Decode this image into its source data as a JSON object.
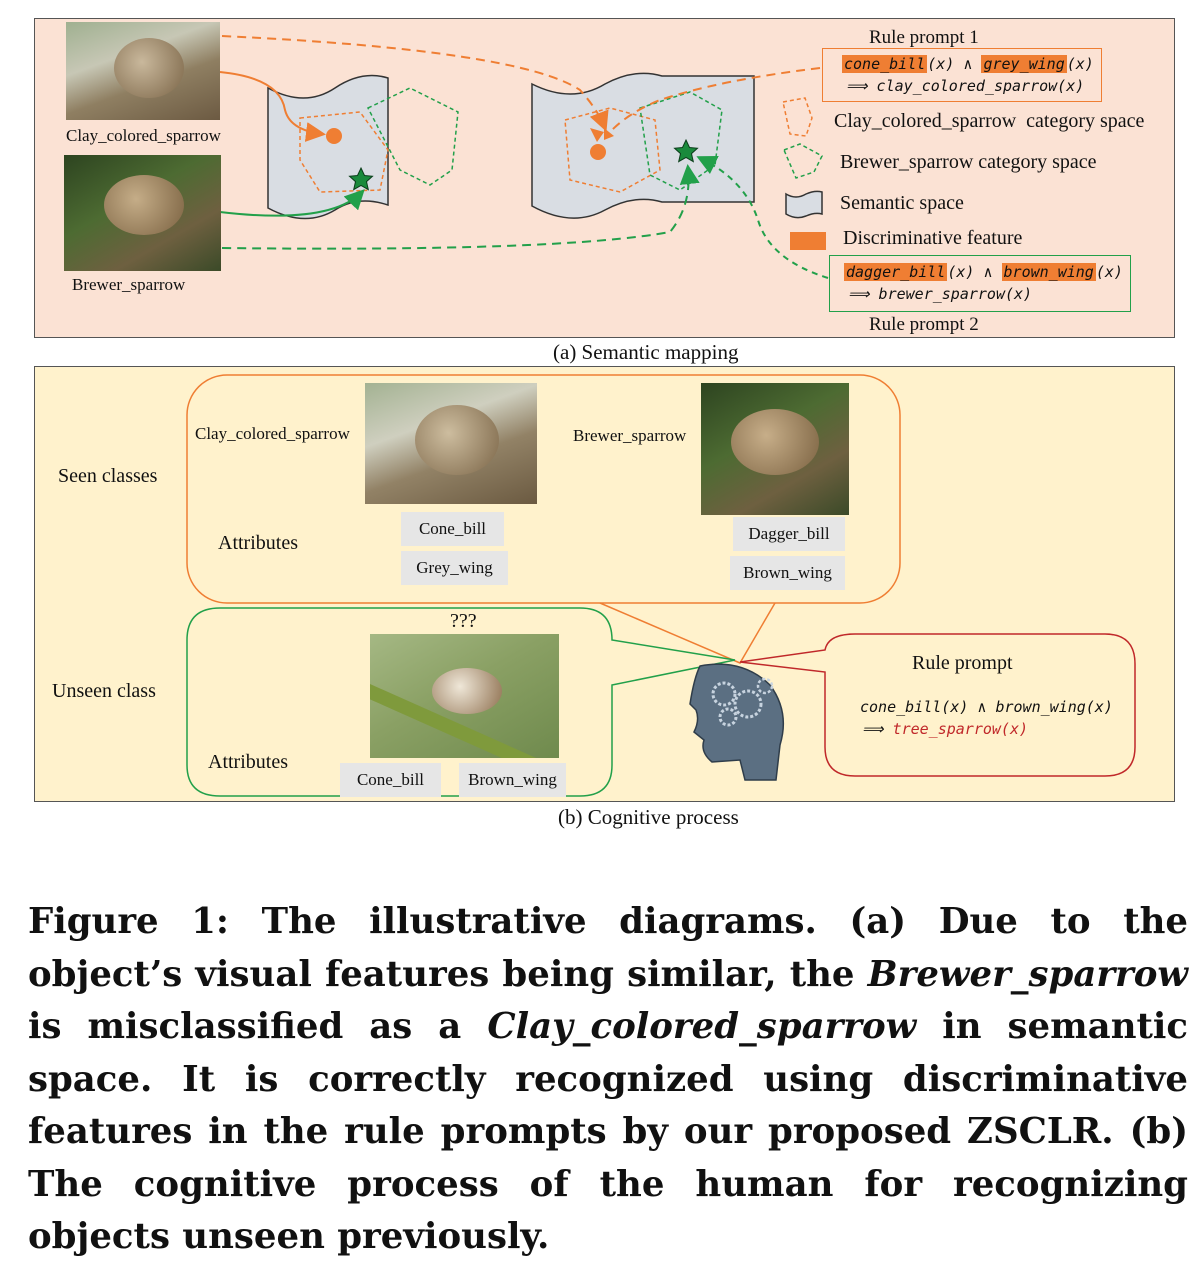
{
  "panel_a": {
    "caption": "(a) Semantic mapping",
    "bird1_label": "Clay_colored_sparrow",
    "bird2_label": "Brewer_sparrow",
    "rule_prompt_1": {
      "title": "Rule prompt 1",
      "feat1": "cone_bill",
      "feat2": "grey_wing",
      "var": "(x)",
      "and": " ∧ ",
      "implies": "⟹ ",
      "conclusion": "clay_colored_sparrow(x)"
    },
    "rule_prompt_2": {
      "title": "Rule prompt 2",
      "feat1": "dagger_bill",
      "feat2": "brown_wing",
      "var": "(x)",
      "and": " ∧ ",
      "implies": "⟹ ",
      "conclusion": "brewer_sparrow(x)"
    },
    "legend": [
      {
        "label": "Clay_colored_sparrow  category space"
      },
      {
        "label": "Brewer_sparrow category space"
      },
      {
        "label": "Semantic space"
      },
      {
        "label": "Discriminative feature"
      }
    ],
    "colors": {
      "orange": "#ef7e33",
      "green": "#22a04a",
      "bg": "#fbe2d4",
      "space": "#d9dde3"
    }
  },
  "panel_b": {
    "caption": "(b) Cognitive process",
    "seen_label": "Seen classes",
    "unseen_label": "Unseen class",
    "clay_label": "Clay_colored_sparrow",
    "brewer_label": "Brewer_sparrow",
    "attributes_label": "Attributes",
    "attributes_label_2": "Attributes",
    "unknown": "???",
    "clay_attrs": [
      "Cone_bill",
      "Grey_wing"
    ],
    "brewer_attrs": [
      "Dagger_bill",
      "Brown_wing"
    ],
    "unseen_attrs": [
      "Cone_bill",
      "Brown_wing"
    ],
    "rule": {
      "title": "Rule prompt",
      "line1": "cone_bill(x) ∧ brown_wing(x)",
      "implies": "⟹ ",
      "conclusion": "tree_sparrow(x)"
    },
    "colors": {
      "bg": "#fff2cc",
      "red": "#c0282a"
    }
  },
  "caption": {
    "prefix": "Figure 1: The illustrative diagrams. (a) Due to the object’s visual features being similar, the ",
    "em1": "Brewer_sparrow",
    "mid1": " is misclassified as a ",
    "em2": "Clay_colored_sparrow",
    "mid2": " in semantic space. It is correctly recognized using discriminative features in the rule prompts by our proposed ZSCLR. (b) The cognitive process of the human for recognizing objects unseen previously."
  }
}
